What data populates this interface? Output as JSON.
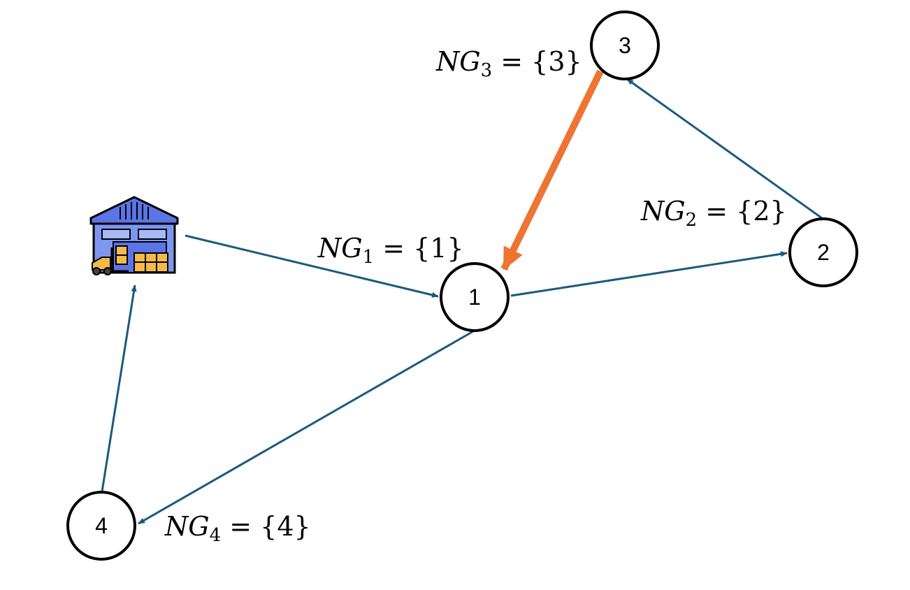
{
  "colors": {
    "edge": "#1a5a7e",
    "highlight_edge": "#ee7434",
    "node_stroke": "#000000",
    "node_fill": "#ffffff"
  },
  "icons": {
    "depot": "warehouse-icon"
  },
  "nodes": [
    {
      "id": "1",
      "label": "1"
    },
    {
      "id": "2",
      "label": "2"
    },
    {
      "id": "3",
      "label": "3"
    },
    {
      "id": "4",
      "label": "4"
    }
  ],
  "ng_labels": [
    {
      "node": "1",
      "var": "NG",
      "sub": "1",
      "rhs": " = {1}"
    },
    {
      "node": "2",
      "var": "NG",
      "sub": "2",
      "rhs": " = {2}"
    },
    {
      "node": "3",
      "var": "NG",
      "sub": "3",
      "rhs": " = {3}"
    },
    {
      "node": "4",
      "var": "NG",
      "sub": "4",
      "rhs": " = {4}"
    }
  ],
  "edges": [
    {
      "from": "depot",
      "to": "1",
      "highlight": false
    },
    {
      "from": "1",
      "to": "2",
      "highlight": false
    },
    {
      "from": "2",
      "to": "3",
      "highlight": false
    },
    {
      "from": "3",
      "to": "1",
      "highlight": true
    },
    {
      "from": "1",
      "to": "4",
      "highlight": false
    },
    {
      "from": "4",
      "to": "depot",
      "highlight": false
    }
  ]
}
